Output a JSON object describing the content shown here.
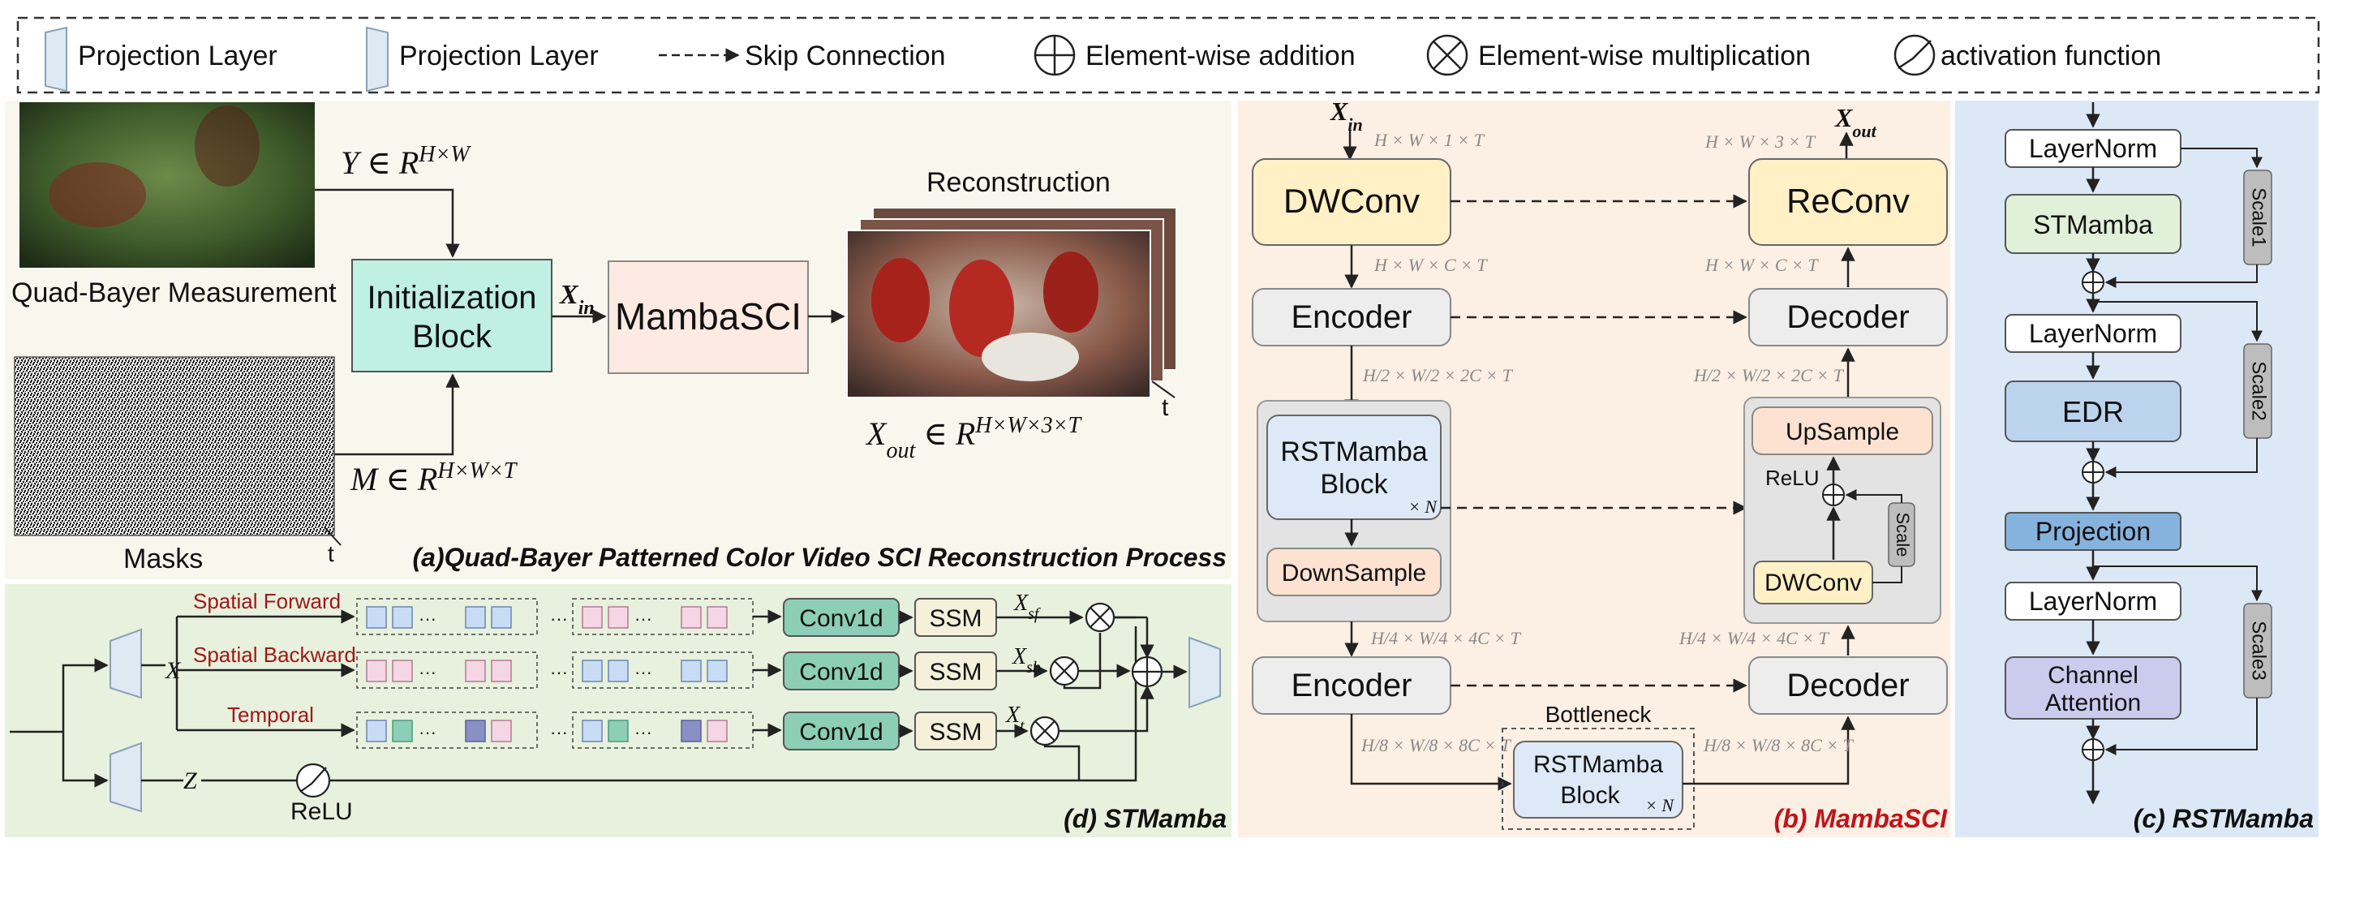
{
  "legend": {
    "projection_layer_1": "Projection Layer",
    "projection_layer_2": "Projection Layer",
    "skip_connection": "Skip Connection",
    "element_wise_addition": "Element-wise addition",
    "element_wise_multiplication": "Element-wise multiplication",
    "activation_function": "activation function"
  },
  "panel_a": {
    "caption": "(a)Quad-Bayer Patterned Color Video SCI Reconstruction Process",
    "measurement_label": "Quad-Bayer Measurement",
    "masks_label": "Masks",
    "y_eq": "Y ∈ R",
    "y_sup": "H×W",
    "m_eq": "M ∈ R",
    "m_sup": "H×W×T",
    "init_line1": "Initialization",
    "init_line2": "Block",
    "xin": "X",
    "xin_sub": "in",
    "mambasci": "MambaSCI",
    "reconstruction": "Reconstruction",
    "xout": "X",
    "xout_sub": "out",
    "xout_eq": " ∈ R",
    "xout_sup": "H×W×3×T",
    "t_label": "t",
    "t_label_masks": "t"
  },
  "panel_b": {
    "caption": "(b) MambaSCI",
    "xin": "X",
    "xin_sub": "in",
    "xout": "X",
    "xout_sub": "out",
    "dim_in": "H × W × 1 × T",
    "dim_out": "H × W × 3 × T",
    "dim_c_left": "H × W × C × T",
    "dim_c_right": "H × W × C × T",
    "dim_2c_left": "H/2 × W/2 × 2C × T",
    "dim_2c_right": "H/2 × W/2 × 2C × T",
    "dim_4c_left": "H/4 × W/4 × 4C × T",
    "dim_4c_right": "H/4 × W/4 × 4C × T",
    "dim_8c_left": "H/8 × W/8 × 8C × T",
    "dim_8c_right": "H/8 × W/8 × 8C × T",
    "dwconv": "DWConv",
    "reconv": "ReConv",
    "encoder1": "Encoder",
    "decoder1": "Decoder",
    "rst_line1": "RSTMamba",
    "rst_line2": "Block",
    "times_n": "× N",
    "downsample": "DownSample",
    "upsample": "UpSample",
    "relu": "ReLU",
    "dwconv_small": "DWConv",
    "scale": "Scale",
    "encoder2": "Encoder",
    "decoder2": "Decoder",
    "bottleneck": "Bottleneck",
    "bn_line1": "RSTMamba",
    "bn_line2": "Block",
    "bn_times_n": "× N"
  },
  "panel_c": {
    "caption": "(c) RSTMamba",
    "layernorm1": "LayerNorm",
    "stmamba": "STMamba",
    "scale1": "Scale1",
    "layernorm2": "LayerNorm",
    "edr": "EDR",
    "scale2": "Scale2",
    "projection": "Projection",
    "layernorm3": "LayerNorm",
    "ca_line1": "Channel",
    "ca_line2": "Attention",
    "scale3": "Scale3"
  },
  "panel_d": {
    "caption": "(d) STMamba",
    "spatial_forward": "Spatial Forward",
    "spatial_backward": "Spatial Backward",
    "temporal": "Temporal",
    "x": "X",
    "z": "Z",
    "relu": "ReLU",
    "conv1d": "Conv1d",
    "ssm": "SSM",
    "xsf": "X",
    "xsf_sub": "sf",
    "xsb": "X",
    "xsb_sub": "sb",
    "xt": "X",
    "xt_sub": "t",
    "dots": "···"
  }
}
